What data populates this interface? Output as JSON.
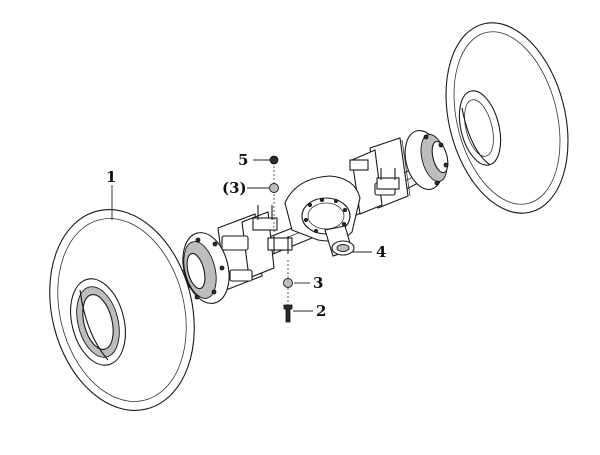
{
  "callouts": [
    {
      "id": "1",
      "text": "1"
    },
    {
      "id": "2",
      "text": "2"
    },
    {
      "id": "3",
      "text": "3"
    },
    {
      "id": "3b",
      "text": "(3)"
    },
    {
      "id": "4",
      "text": "4"
    },
    {
      "id": "5",
      "text": "5"
    }
  ]
}
